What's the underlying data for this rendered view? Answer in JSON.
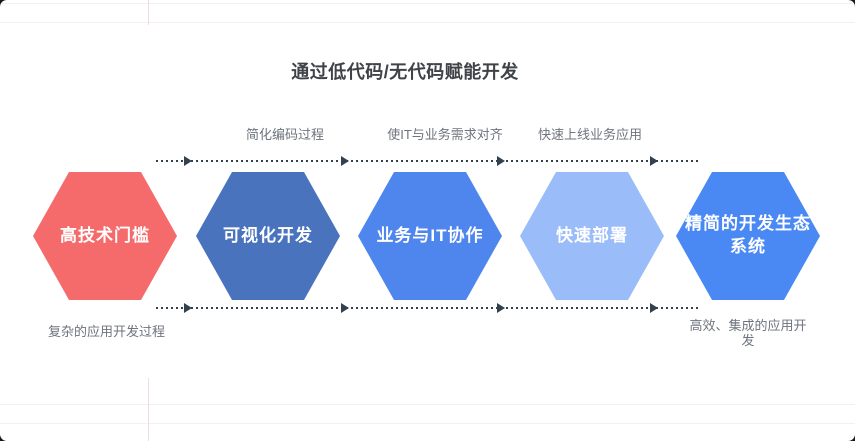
{
  "title": "通过低代码/无代码赋能开发",
  "stages": [
    {
      "label": "高技术门槛",
      "color": "#F56B6B"
    },
    {
      "label": "可视化开发",
      "color": "#4A73BD"
    },
    {
      "label": "业务与IT协作",
      "color": "#4E86EE"
    },
    {
      "label": "快速部署",
      "color": "#9ABCF9"
    },
    {
      "label": "精简的开发生态系统",
      "color": "#4A89F4"
    }
  ],
  "annotations": {
    "top": [
      "简化编码过程",
      "使IT与业务需求对齐",
      "快速上线业务应用"
    ],
    "bottom_left": "复杂的应用开发过程",
    "bottom_right": "高效、集成的应用开发"
  },
  "colors": {
    "arrow": "#33404D",
    "title_text": "#3F4347",
    "annotation_text": "#6E747D"
  }
}
